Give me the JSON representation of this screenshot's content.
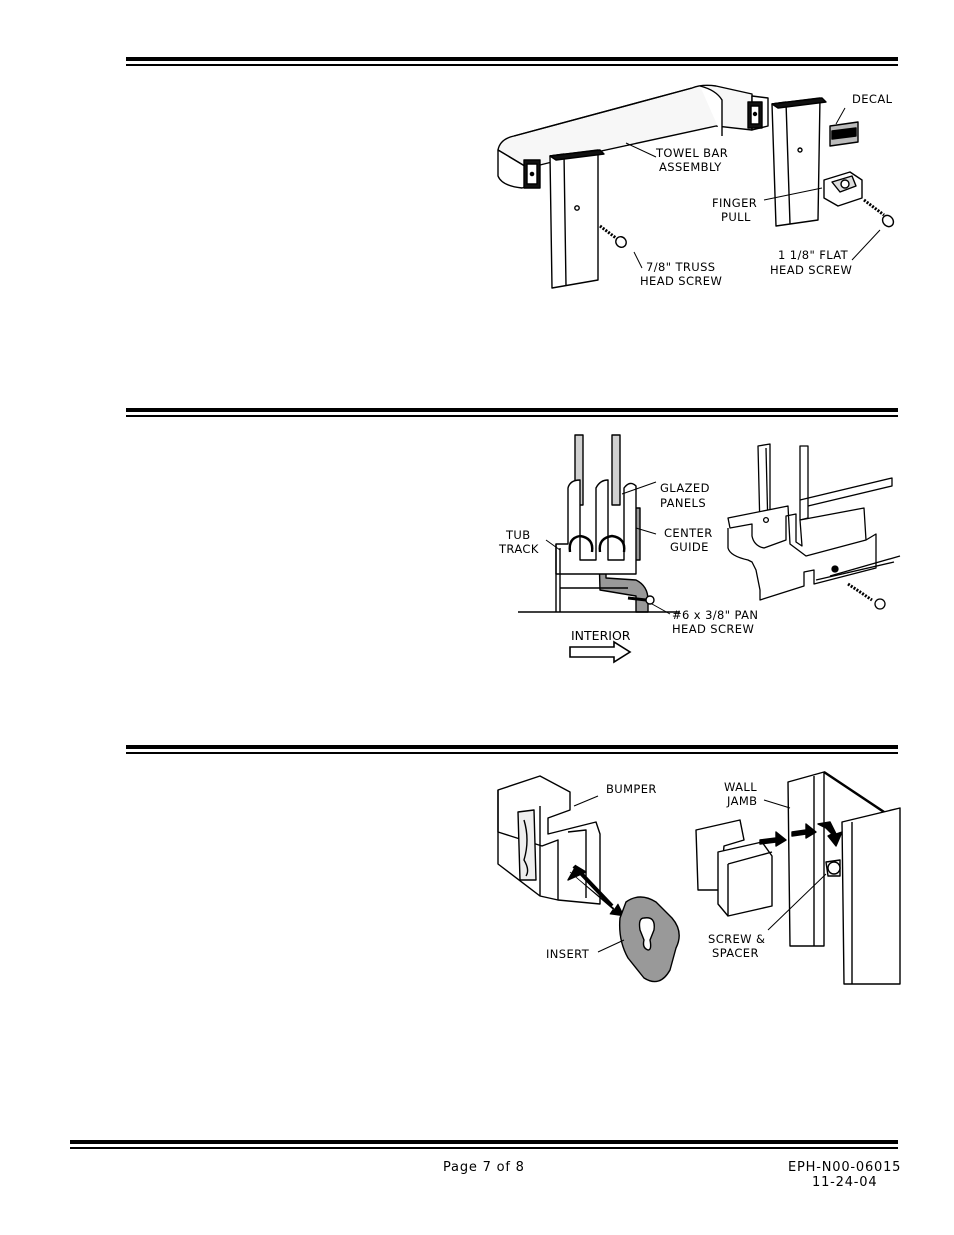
{
  "sections": [
    {
      "labels": {
        "decal": "DECAL",
        "towel_bar_1": "TOWEL BAR",
        "towel_bar_2": "ASSEMBLY",
        "finger_pull_1": "FINGER",
        "finger_pull_2": "PULL",
        "truss_screw_1": "7/8\" TRUSS",
        "truss_screw_2": "HEAD SCREW",
        "flat_screw_1": "1 1/8\" FLAT",
        "flat_screw_2": "HEAD SCREW"
      }
    },
    {
      "labels": {
        "glazed_1": "GLAZED",
        "glazed_2": "PANELS",
        "tub_1": "TUB",
        "tub_2": "TRACK",
        "center_1": "CENTER",
        "center_2": "GUIDE",
        "pan_screw_1": "#6 x 3/8\" PAN",
        "pan_screw_2": "HEAD SCREW",
        "interior": "INTERIOR"
      }
    },
    {
      "labels": {
        "bumper": "BUMPER",
        "wall_jamb_1": "WALL",
        "wall_jamb_2": "JAMB",
        "insert": "INSERT",
        "screw_spacer_1": "SCREW &",
        "screw_spacer_2": "SPACER"
      }
    }
  ],
  "footer": {
    "page": "Page 7 of 8",
    "doc_number": "EPH-N00-06015",
    "date": "11-24-04"
  }
}
